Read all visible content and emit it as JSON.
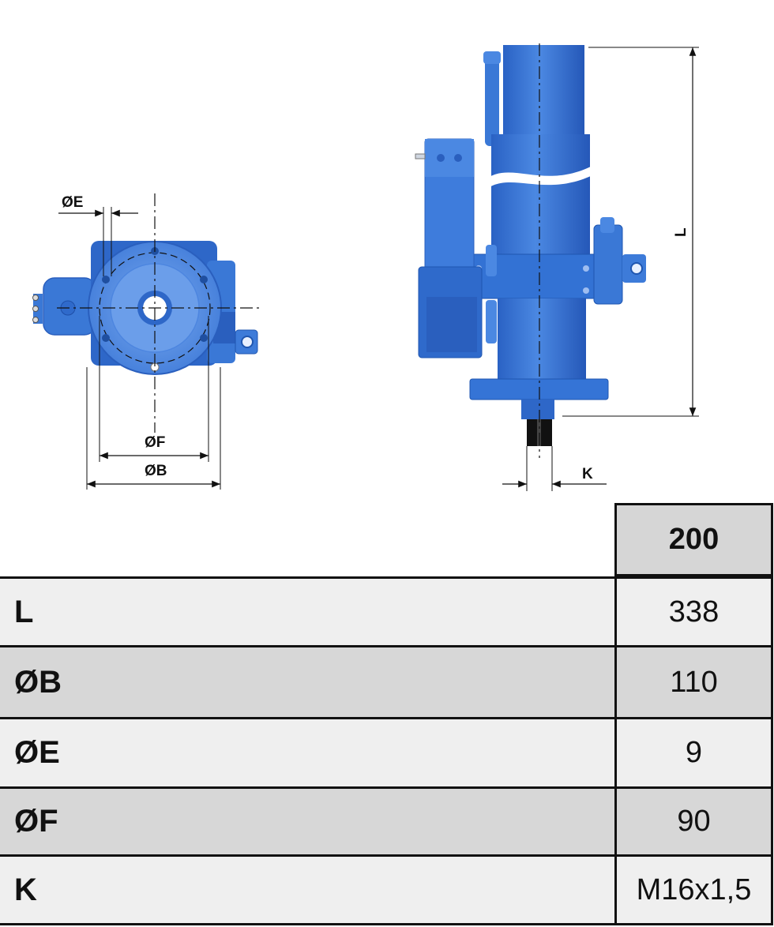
{
  "drawing": {
    "labels": {
      "dia_e": "ØE",
      "dia_f": "ØF",
      "dia_b": "ØB",
      "length": "L",
      "thread": "K"
    },
    "colors": {
      "body_blue": "#3a78d6",
      "body_dark": "#1f56b0",
      "body_light": "#6da0ea",
      "line": "#111111"
    }
  },
  "table": {
    "header": "200",
    "rows": [
      {
        "label": "L",
        "value": "338"
      },
      {
        "label": "ØB",
        "value": "110"
      },
      {
        "label": "ØE",
        "value": "9"
      },
      {
        "label": "ØF",
        "value": "90"
      },
      {
        "label": "K",
        "value": "M16x1,5"
      }
    ]
  }
}
